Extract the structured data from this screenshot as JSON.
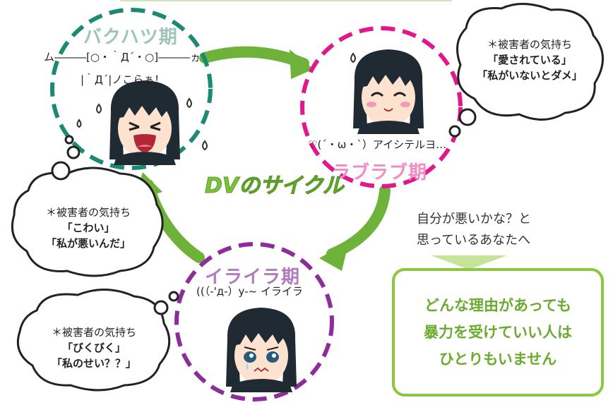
{
  "diagram": {
    "center_title": "DVのサイクル",
    "phases": {
      "bakuhatsu": {
        "label": "バクハツ期",
        "emote_line1": "ム―――[○・｀Д´・○]―――ヵ",
        "emote_line2": "|｀Д´|ノこらぁ！"
      },
      "raburabu": {
        "label": "ラブラブ期",
        "emote": "♡(´・ω・`）アイシテルヨ…"
      },
      "iraira": {
        "label": "イライラ期",
        "emote": "((（-'д-）y-~ イライラ"
      }
    },
    "feelings": {
      "raburabu": {
        "heading": "＊被害者の気持ち",
        "line1": "「愛されている」",
        "line2": "「私がいないとダメ」"
      },
      "bakuhatsu": {
        "heading": "＊被害者の気持ち",
        "line1": "「こわい」",
        "line2": "「私が悪いんだ」"
      },
      "iraira": {
        "heading": "＊被害者の気持ち",
        "line1": "「びくびく」",
        "line2": "「私のせい？？」"
      }
    },
    "message": {
      "question_line1": "自分が悪いかな？と",
      "question_line2": "思っているあなたへ",
      "box_line1": "どんな理由があっても",
      "box_line2": "暴力を受けていい人は",
      "box_line3": "ひとりもいません"
    },
    "colors": {
      "bakuhatsu": "#1b8a73",
      "raburabu": "#e0188c",
      "iraira": "#8c2d9a",
      "arrow": "#6fb23a",
      "accent_green": "#6cab2f",
      "center_title": "#7cc13a"
    },
    "icons": [
      "angry-crying-face-icon",
      "smiling-face-icon",
      "worried-face-icon",
      "sweat-drop-icon",
      "thought-bubble-icon"
    ]
  }
}
